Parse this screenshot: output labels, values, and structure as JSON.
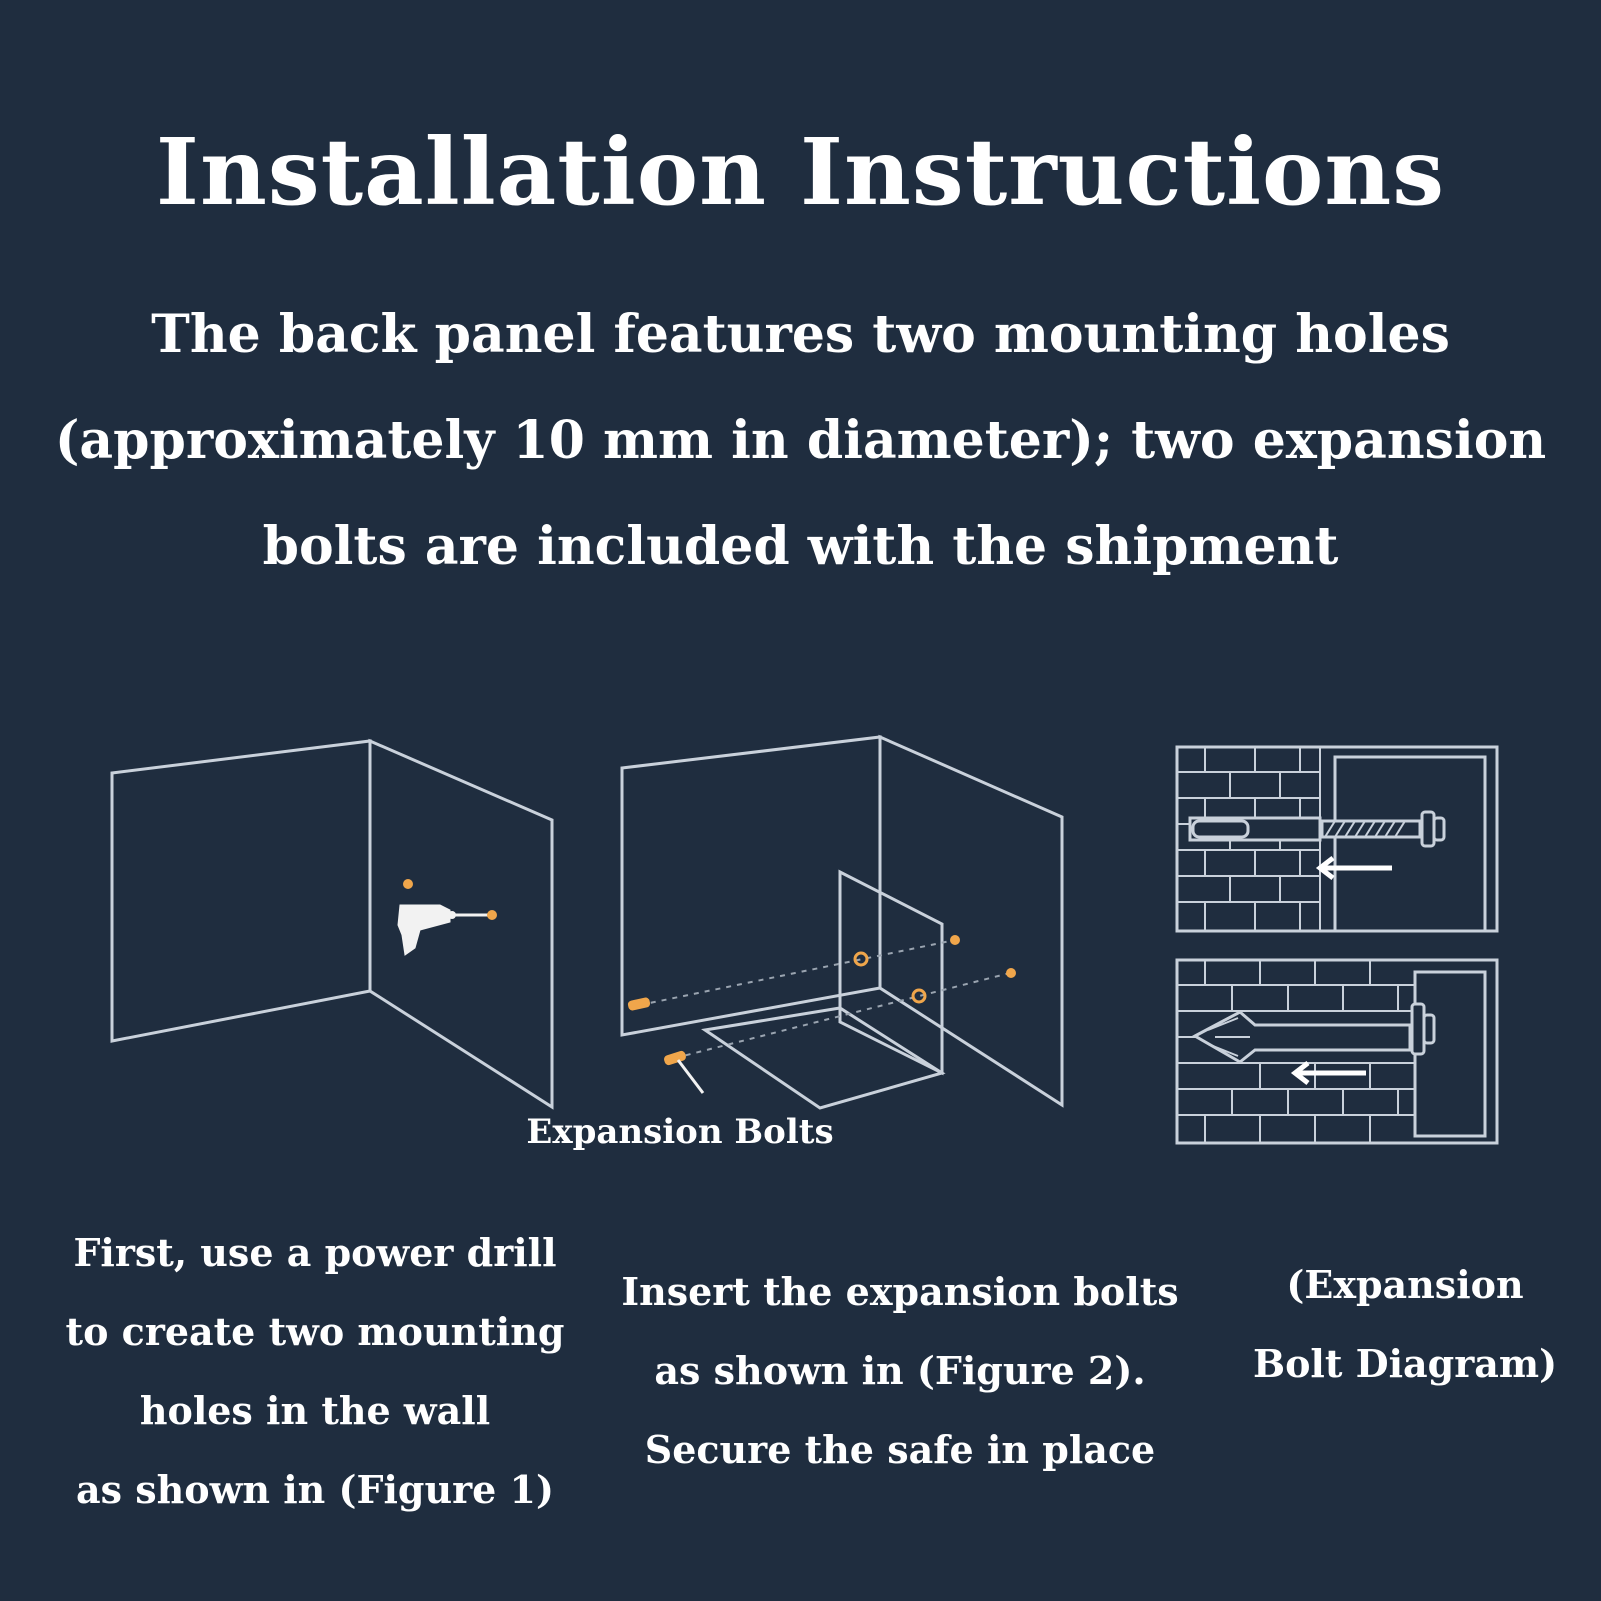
{
  "title": "Installation Instructions",
  "subtitle": {
    "line1": "The back panel features two mounting holes",
    "line2": "(approximately 10 mm in diameter); two expansion",
    "line3": "bolts are included with the shipment"
  },
  "figure2": {
    "label": "Expansion Bolts"
  },
  "captions": {
    "step1": [
      "First, use a power drill",
      "to create two mounting",
      "holes in the wall",
      "as shown in (Figure 1)"
    ],
    "step2": [
      "Insert the expansion bolts",
      "as shown in (Figure 2).",
      "Secure the safe in place"
    ],
    "step3": [
      "(Expansion",
      "Bolt Diagram)"
    ]
  },
  "colors": {
    "background": "#1f2d3f",
    "line": "#c9d1db",
    "accent": "#f0a64b"
  }
}
